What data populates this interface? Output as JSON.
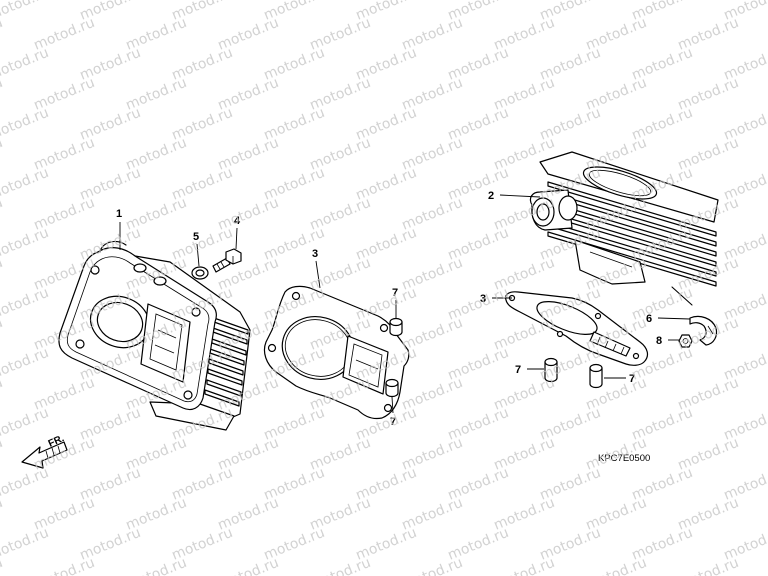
{
  "diagram": {
    "callouts": [
      "1",
      "5",
      "4",
      "3",
      "7",
      "7",
      "2",
      "3",
      "6",
      "8",
      "7",
      "7"
    ],
    "front_marker": "FR.",
    "figure_code": "KPC7E0500",
    "watermark": "motod.ru",
    "colors": {
      "line": "#000000",
      "background": "#ffffff",
      "watermark": "#c4c4c4"
    }
  }
}
